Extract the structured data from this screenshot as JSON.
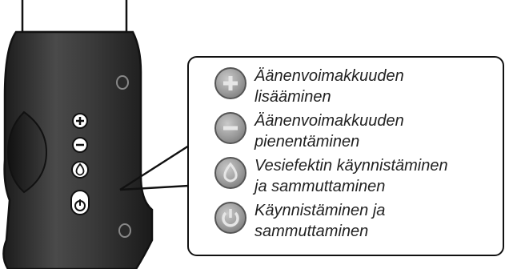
{
  "legend": [
    {
      "icon": "plus-icon",
      "lines": [
        "Äänenvoimakkuuden",
        "lisääminen"
      ]
    },
    {
      "icon": "minus-icon",
      "lines": [
        "Äänenvoimakkuuden",
        "pienentäminen"
      ]
    },
    {
      "icon": "water-drop-icon",
      "lines": [
        "Vesiefektin käynnistäminen",
        "ja sammuttaminen"
      ]
    },
    {
      "icon": "power-icon",
      "lines": [
        "Käynnistäminen ja",
        "sammuttaminen"
      ]
    }
  ],
  "colors": {
    "body": "#3a3a3a",
    "outline": "#111111",
    "text": "#222222",
    "icon_fill": "#9a9a9a"
  }
}
